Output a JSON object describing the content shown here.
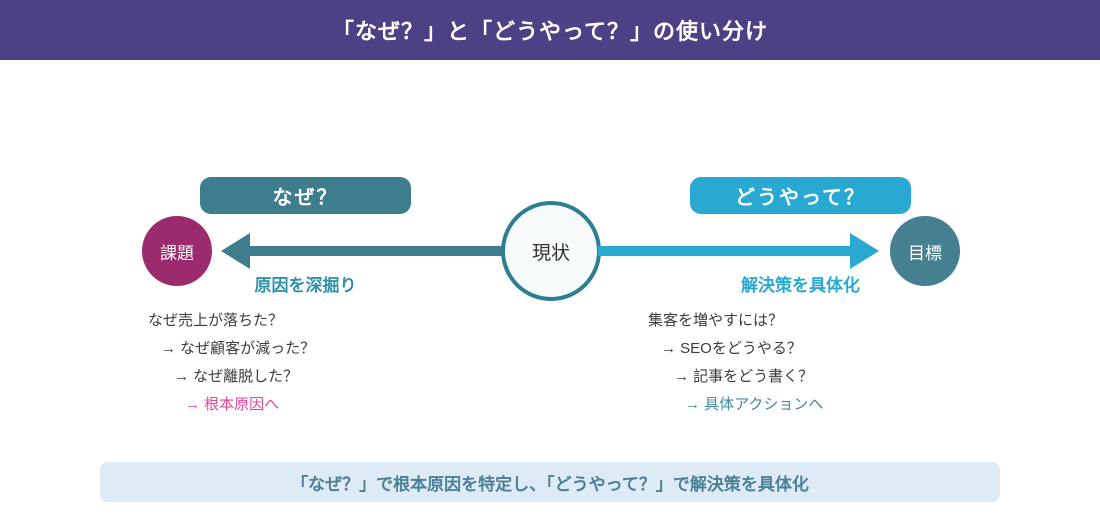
{
  "header": {
    "title": "「なぜ？」と「どうやって？」の使い分け"
  },
  "diagram": {
    "why": {
      "pill_label": "なぜ？",
      "node_label": "課題",
      "arrow_label": "原因を深掘り",
      "steps": [
        "なぜ売上が落ちた？",
        "→ なぜ顧客が減った？",
        "→ なぜ離脱した？",
        "→ 根本原因へ"
      ]
    },
    "center": {
      "node_label": "現状"
    },
    "how": {
      "pill_label": "どうやって？",
      "node_label": "目標",
      "arrow_label": "解決策を具体化",
      "steps": [
        "集客を増やすには？",
        "→ SEOをどうやる？",
        "→ 記事をどう書く？",
        "→ 具体アクションへ"
      ]
    }
  },
  "footer": {
    "text": "「なぜ？」で根本原因を特定し、「どうやって？」で解決策を具体化"
  },
  "colors": {
    "header_bg": "#4d4084",
    "why_teal": "#3e7d8e",
    "why_label_teal": "#2e93a8",
    "how_cyan": "#29a9d2",
    "problem_magenta": "#9c2b6e",
    "goal_teal": "#44808f",
    "current_border": "#2e7e92",
    "root_cause_pink": "#e0459a",
    "action_blue": "#4488a8",
    "footer_bg": "#deeaf5",
    "footer_text": "#4a8195"
  }
}
